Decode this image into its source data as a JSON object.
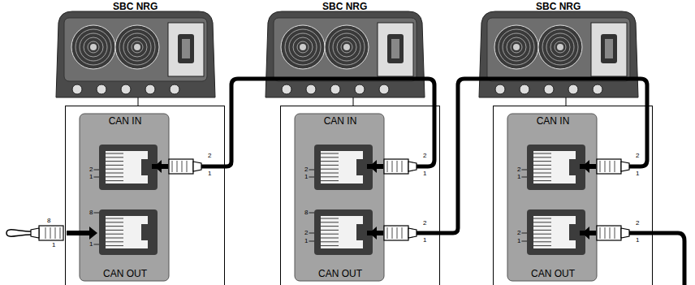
{
  "diagram": {
    "nodes": [
      {
        "text": [
          "CAN IN",
          "CAN OUT"
        ]
      },
      {
        "text": [
          "CAN IN",
          "CAN OUT"
        ]
      },
      {
        "text": [
          "CAN IN",
          "CAN OUT"
        ]
      }
    ],
    "edges": [
      {
        "from": 0,
        "to": 1,
        "arrow": "none"
      },
      {
        "from": 1,
        "to": 2,
        "arrow": "none"
      }
    ],
    "labels": [
      "SBC NRG",
      "SBC NRG",
      "SBC NRG",
      "2",
      "1",
      "2",
      "1",
      "8",
      "1",
      "8",
      "1",
      "2",
      "1",
      "2",
      "1",
      "8",
      "2",
      "1",
      "2",
      "1",
      "2",
      "1",
      "2",
      "1",
      "2",
      "1",
      "2",
      "1"
    ]
  }
}
